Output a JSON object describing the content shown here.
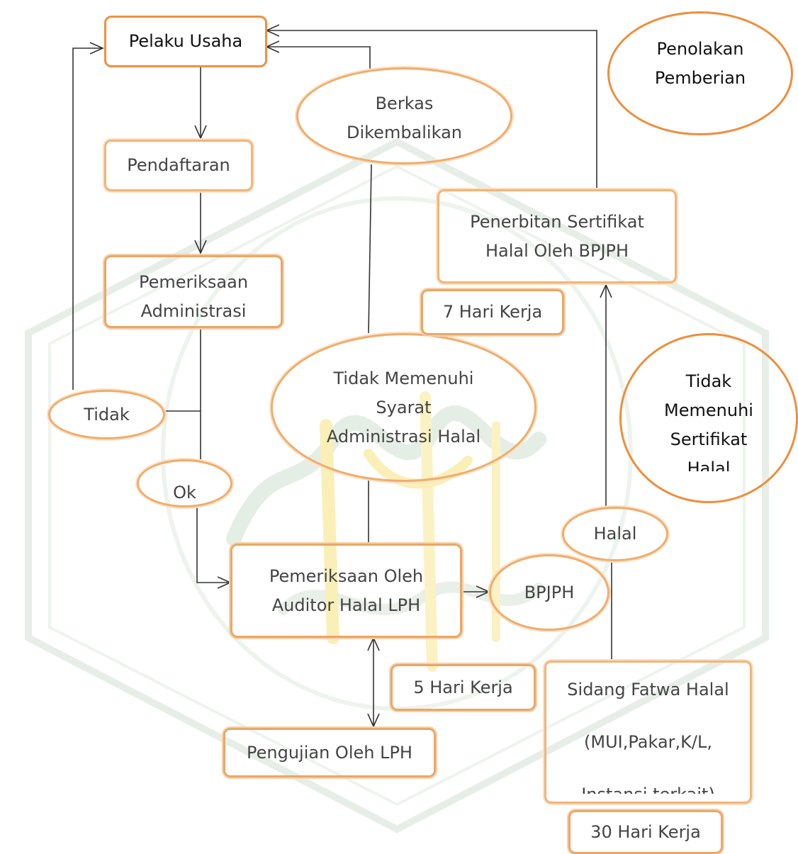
{
  "nodes": {
    "pelaku_usaha": "Pelaku Usaha",
    "pendaftaran": "Pendaftaran",
    "pemeriksaan_administrasi": "Pemeriksaan\nAdministrasi",
    "tidak": "Tidak",
    "ok": "Ok",
    "berkas_dikembalikan": "Berkas\nDikembalikan",
    "tidak_memenuhi_syarat": "Tidak Memenuhi\nSyarat\nAdministrasi Halal",
    "pemeriksaan_auditor": "Pemeriksaan Oleh\nAuditor Halal LPH",
    "bpjph": "BPJPH",
    "lima_hari": "5 Hari Kerja",
    "pengujian_lph": "Pengujian Oleh LPH",
    "penerbitan_sertifikat": "Penerbitan Sertifikat\nHalal Oleh BPJPH",
    "tujuh_hari": "7 Hari Kerja",
    "penolakan": "Penolakan\nPemberian\nSertifikat",
    "tidak_memenuhi_sertifikat": "Tidak\nMemenuhi\nSertifikat\nHalal",
    "halal": "Halal",
    "sidang_fatwa": "Sidang Fatwa Halal\n\n(MUI,Pakar,K/L,\n\nInstansi terkait)",
    "tiga_puluh_hari": "30 Hari Kerja"
  },
  "colors": {
    "line": "#333333",
    "box_border": "#f2b478",
    "box_border_dark": "#f09040",
    "watermark_green": "#e6efe6",
    "watermark_yellow": "#fbf0b8"
  }
}
